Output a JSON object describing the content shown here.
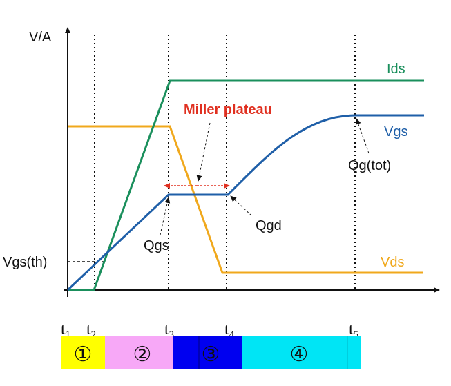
{
  "diagram": {
    "y_axis_label": "V/A",
    "threshold_label": "Vgs(th)",
    "curves": {
      "ids": {
        "label": "Ids",
        "color": "#1a8f5c"
      },
      "vgs": {
        "label": "Vgs",
        "color": "#1f5fa8"
      },
      "vds": {
        "label": "Vds",
        "color": "#f0a81c"
      }
    },
    "annotations": {
      "miller_plateau": {
        "label": "Miller plateau",
        "color": "#e03020"
      },
      "qgs": "Qgs",
      "qgd": "Qgd",
      "qg_tot": "Qg(tot)"
    }
  },
  "timeline": {
    "markers": [
      {
        "base": "t",
        "sub": "1"
      },
      {
        "base": "t",
        "sub": "2"
      },
      {
        "base": "t",
        "sub": "3"
      },
      {
        "base": "t",
        "sub": "4"
      },
      {
        "base": "t",
        "sub": "5"
      }
    ],
    "phases": [
      {
        "label": "①",
        "color": "#ffff00"
      },
      {
        "label": "②",
        "color": "#f7a8f7"
      },
      {
        "label": "③",
        "color": "#0000f0"
      },
      {
        "label": "④",
        "color": "#00e5f5"
      }
    ]
  }
}
